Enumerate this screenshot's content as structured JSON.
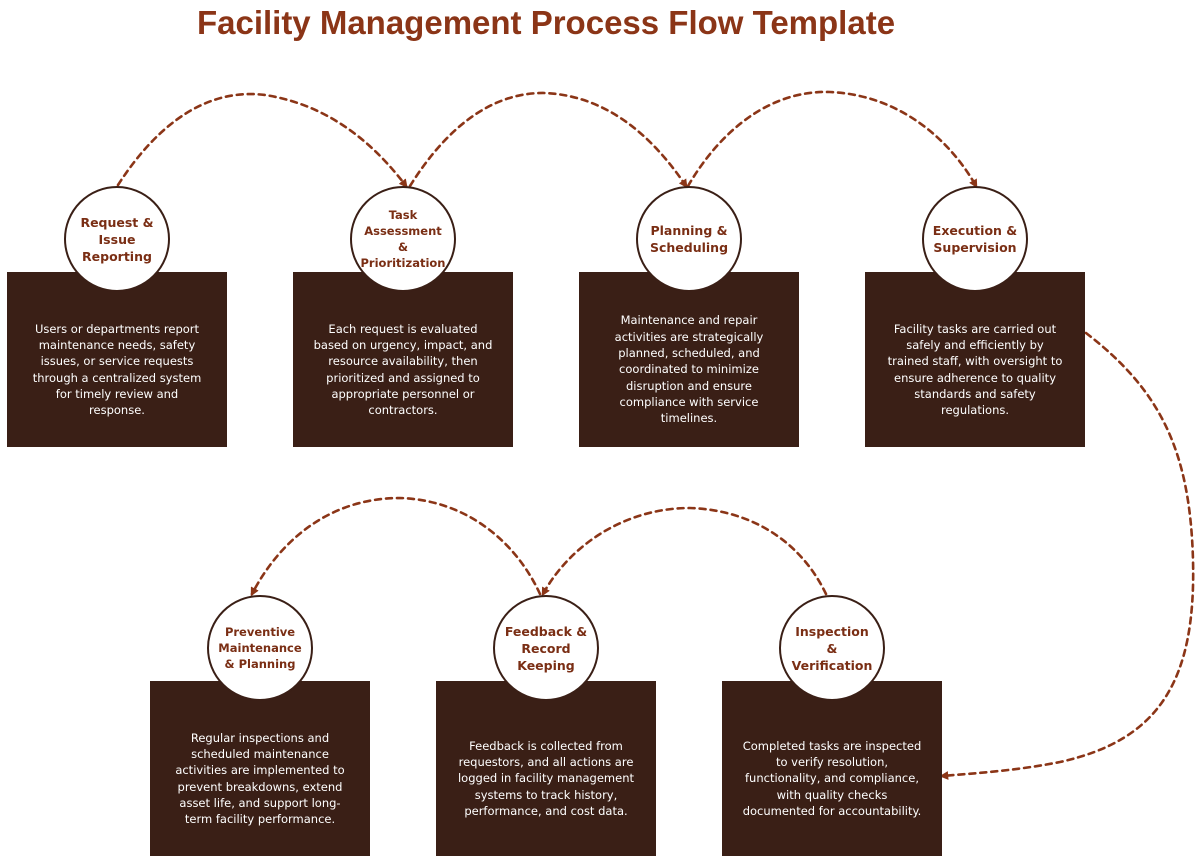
{
  "title": "Facility Management Process Flow Template",
  "colors": {
    "title": "#8b3517",
    "box": "#3a1f16",
    "circle_text": "#7a2e14",
    "arrow": "#8b3517"
  },
  "steps": [
    {
      "label": "Request & Issue Reporting",
      "description": "Users or departments report maintenance needs, safety issues, or service requests through a centralized system for timely review and response."
    },
    {
      "label": "Task Assessment & Prioritization",
      "description": "Each request is evaluated based on urgency, impact, and resource availability, then prioritized and assigned to appropriate personnel or contractors."
    },
    {
      "label": "Planning & Scheduling",
      "description": "Maintenance and repair activities are strategically planned, scheduled, and coordinated to minimize disruption and ensure compliance with service timelines."
    },
    {
      "label": "Execution & Supervision",
      "description": "Facility tasks are carried out safely and efficiently by trained staff, with oversight to ensure adherence to quality standards and safety regulations."
    },
    {
      "label": "Inspection & Verification",
      "description": "Completed tasks are inspected to verify resolution, functionality, and compliance, with quality checks documented for accountability."
    },
    {
      "label": "Feedback & Record Keeping",
      "description": "Feedback is collected from requestors, and all actions are logged in facility management systems to track history, performance, and cost data."
    },
    {
      "label": "Preventive Maintenance & Planning",
      "description": "Regular inspections and scheduled maintenance activities are implemented to prevent breakdowns, extend asset life, and support long-term facility performance."
    }
  ]
}
